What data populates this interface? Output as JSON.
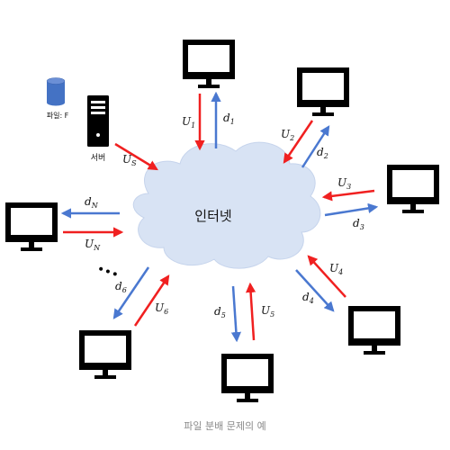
{
  "diagram": {
    "center_label": "인터넷",
    "server_label": "서버",
    "file_label": "파일: F",
    "ellipsis": "•••",
    "colors": {
      "upload": "#f02020",
      "download": "#4a78d0",
      "cloud_fill": "#d8e3f4",
      "monitor": "#000000",
      "database": "#4472c4"
    },
    "server_link": {
      "upload": {
        "name": "U",
        "sub": "S"
      }
    },
    "clients": [
      {
        "id": "1",
        "upload": {
          "name": "U",
          "sub": "1"
        },
        "download": {
          "name": "d",
          "sub": "1"
        }
      },
      {
        "id": "2",
        "upload": {
          "name": "U",
          "sub": "2"
        },
        "download": {
          "name": "d",
          "sub": "2"
        }
      },
      {
        "id": "3",
        "upload": {
          "name": "U",
          "sub": "3"
        },
        "download": {
          "name": "d",
          "sub": "3"
        }
      },
      {
        "id": "4",
        "upload": {
          "name": "U",
          "sub": "4"
        },
        "download": {
          "name": "d",
          "sub": "4"
        }
      },
      {
        "id": "5",
        "upload": {
          "name": "U",
          "sub": "5"
        },
        "download": {
          "name": "d",
          "sub": "5"
        }
      },
      {
        "id": "6",
        "upload": {
          "name": "U",
          "sub": "6"
        },
        "download": {
          "name": "d",
          "sub": "6"
        }
      },
      {
        "id": "N",
        "upload": {
          "name": "U",
          "sub": "N"
        },
        "download": {
          "name": "d",
          "sub": "N"
        }
      }
    ]
  },
  "caption": "파일 분배 문제의 예"
}
